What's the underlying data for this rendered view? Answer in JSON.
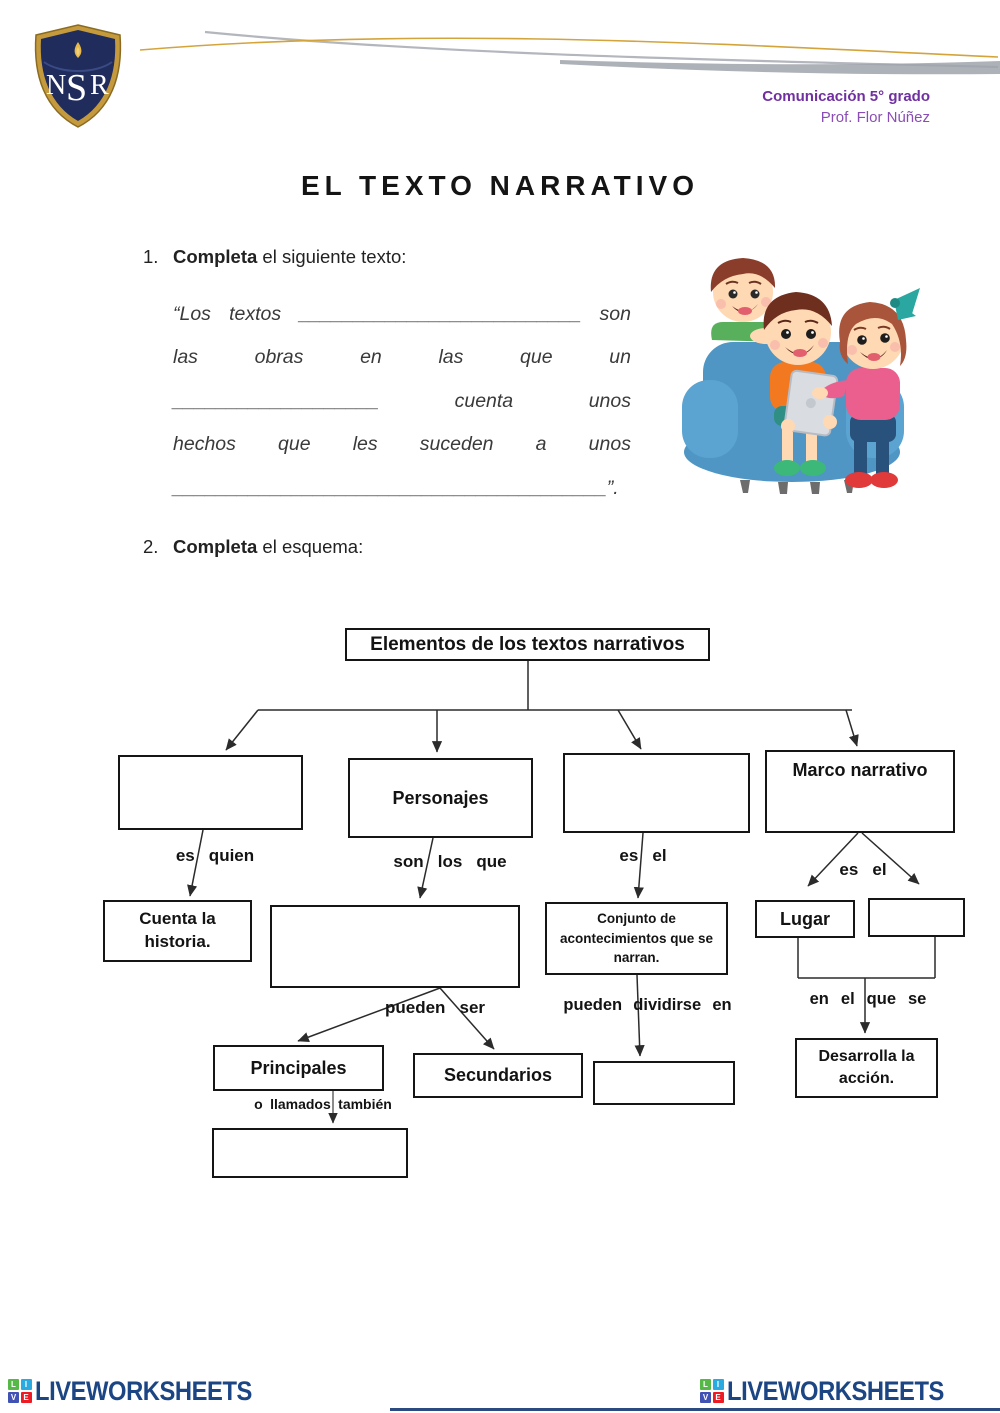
{
  "header": {
    "logo_letters": "NSR",
    "course": "Comunicación 5° grado",
    "teacher": "Prof. Flor Núñez"
  },
  "title": "EL TEXTO NARRATIVO",
  "exercise1": {
    "number": "1.",
    "verb": "Completa",
    "rest": " el siguiente texto:",
    "lines": [
      [
        "“Los",
        "textos",
        "__________________________",
        "son"
      ],
      [
        "las",
        "obras",
        "en",
        "las",
        "que",
        "un"
      ],
      [
        "___________________",
        "cuenta",
        "unos"
      ],
      [
        "hechos",
        "que",
        "les",
        "suceden",
        "a",
        "unos"
      ],
      [
        "________________________________________”."
      ]
    ]
  },
  "exercise2": {
    "number": "2.",
    "verb": "Completa",
    "rest": " el esquema:"
  },
  "diagram": {
    "root": "Elementos de los textos narrativos",
    "boxes": {
      "personajes": "Personajes",
      "marco": "Marco narrativo",
      "cuenta": "Cuenta la historia.",
      "conjunto": "Conjunto de acontecimientos que se narran.",
      "lugar": "Lugar",
      "principales": "Principales",
      "secundarios": "Secundarios",
      "desarrolla": "Desarrolla la acción."
    },
    "labels": {
      "es_quien": "es quien",
      "son_los_que": "son los que",
      "es_el_1": "es el",
      "es_el_2": "es el",
      "pueden_ser": "pueden ser",
      "pueden_dividirse": "pueden dividirse en",
      "en_el_que_se": "en el que se",
      "o_llamados": "o llamados también"
    }
  },
  "footer": {
    "brand": "LIVEWORKSHEETS",
    "squares": [
      "L",
      "I",
      "V",
      "E"
    ],
    "colors": {
      "wordmark": "#1c4584",
      "square_l": "#56b947",
      "square_i": "#29abe2",
      "square_v": "#4053b4",
      "square_e": "#ed1c24",
      "accent_purple": "#7030a0",
      "shield_navy": "#1f2c5c",
      "shield_gold": "#c59a3d"
    }
  }
}
